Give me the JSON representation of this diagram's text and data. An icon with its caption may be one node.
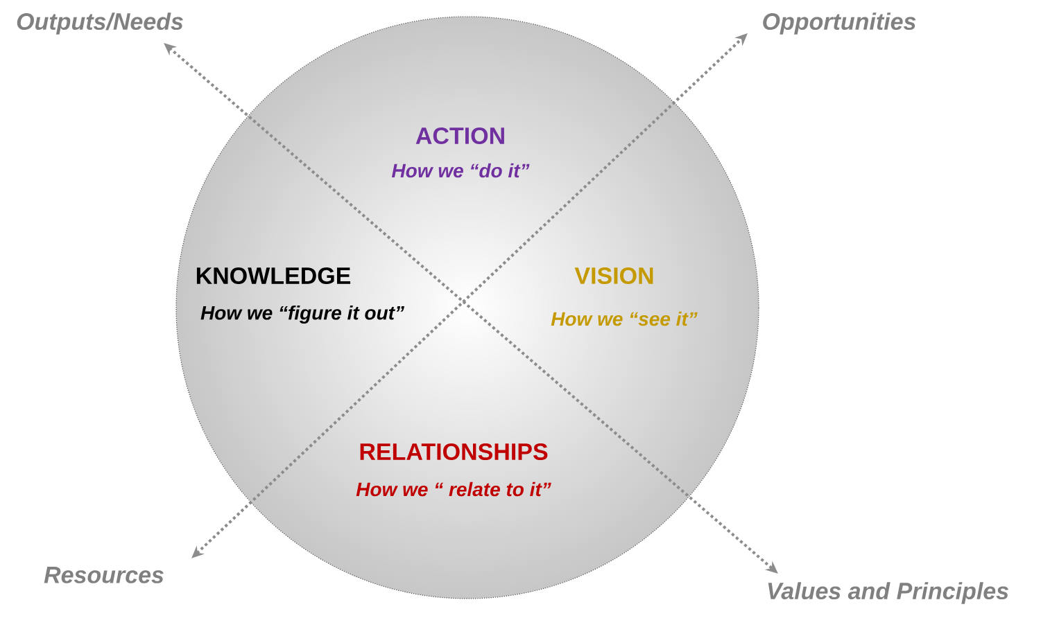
{
  "diagram": {
    "nodes": [
      {
        "text": [
          "Outputs/Needs"
        ]
      },
      {
        "text": [
          "Opportunities"
        ]
      },
      {
        "text": [
          "Resources"
        ]
      },
      {
        "text": [
          "Values and Principles"
        ]
      }
    ],
    "edges": [
      {
        "from": 0,
        "to": 3,
        "arrow": "both",
        "style": "dashed"
      },
      {
        "from": 2,
        "to": 1,
        "arrow": "both",
        "style": "dashed"
      }
    ],
    "labels": [
      "ACTION",
      "How we “do it”",
      "KNOWLEDGE",
      "How we “figure it out”",
      "VISION",
      "How we “see it”",
      "RELATIONSHIPS",
      "How we “ relate to it”"
    ]
  }
}
